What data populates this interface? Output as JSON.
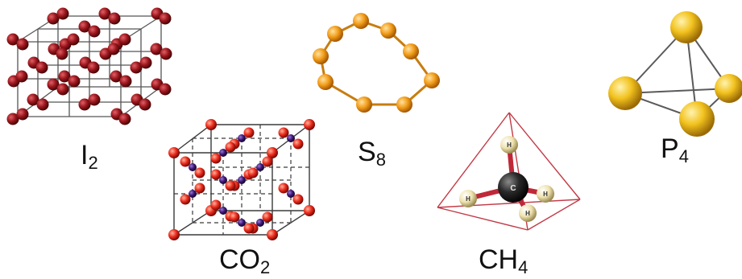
{
  "molecules": {
    "iodine": {
      "symbol": "I",
      "subscript": "2",
      "atom_color": "#8e1418"
    },
    "carbon_dioxide": {
      "symbol": "CO",
      "subscript": "2",
      "oxygen_color": "#e8261c",
      "carbon_color": "#3b1470"
    },
    "sulfur": {
      "symbol": "S",
      "subscript": "8",
      "atom_color": "#f0a01e"
    },
    "methane": {
      "symbol": "CH",
      "subscript": "4",
      "carbon_color": "#222222",
      "hydrogen_color": "#f0e6b0",
      "hydrogen_label": "H",
      "carbon_label": "C"
    },
    "phosphorus": {
      "symbol": "P",
      "subscript": "4",
      "atom_color": "#f2c21e"
    }
  }
}
